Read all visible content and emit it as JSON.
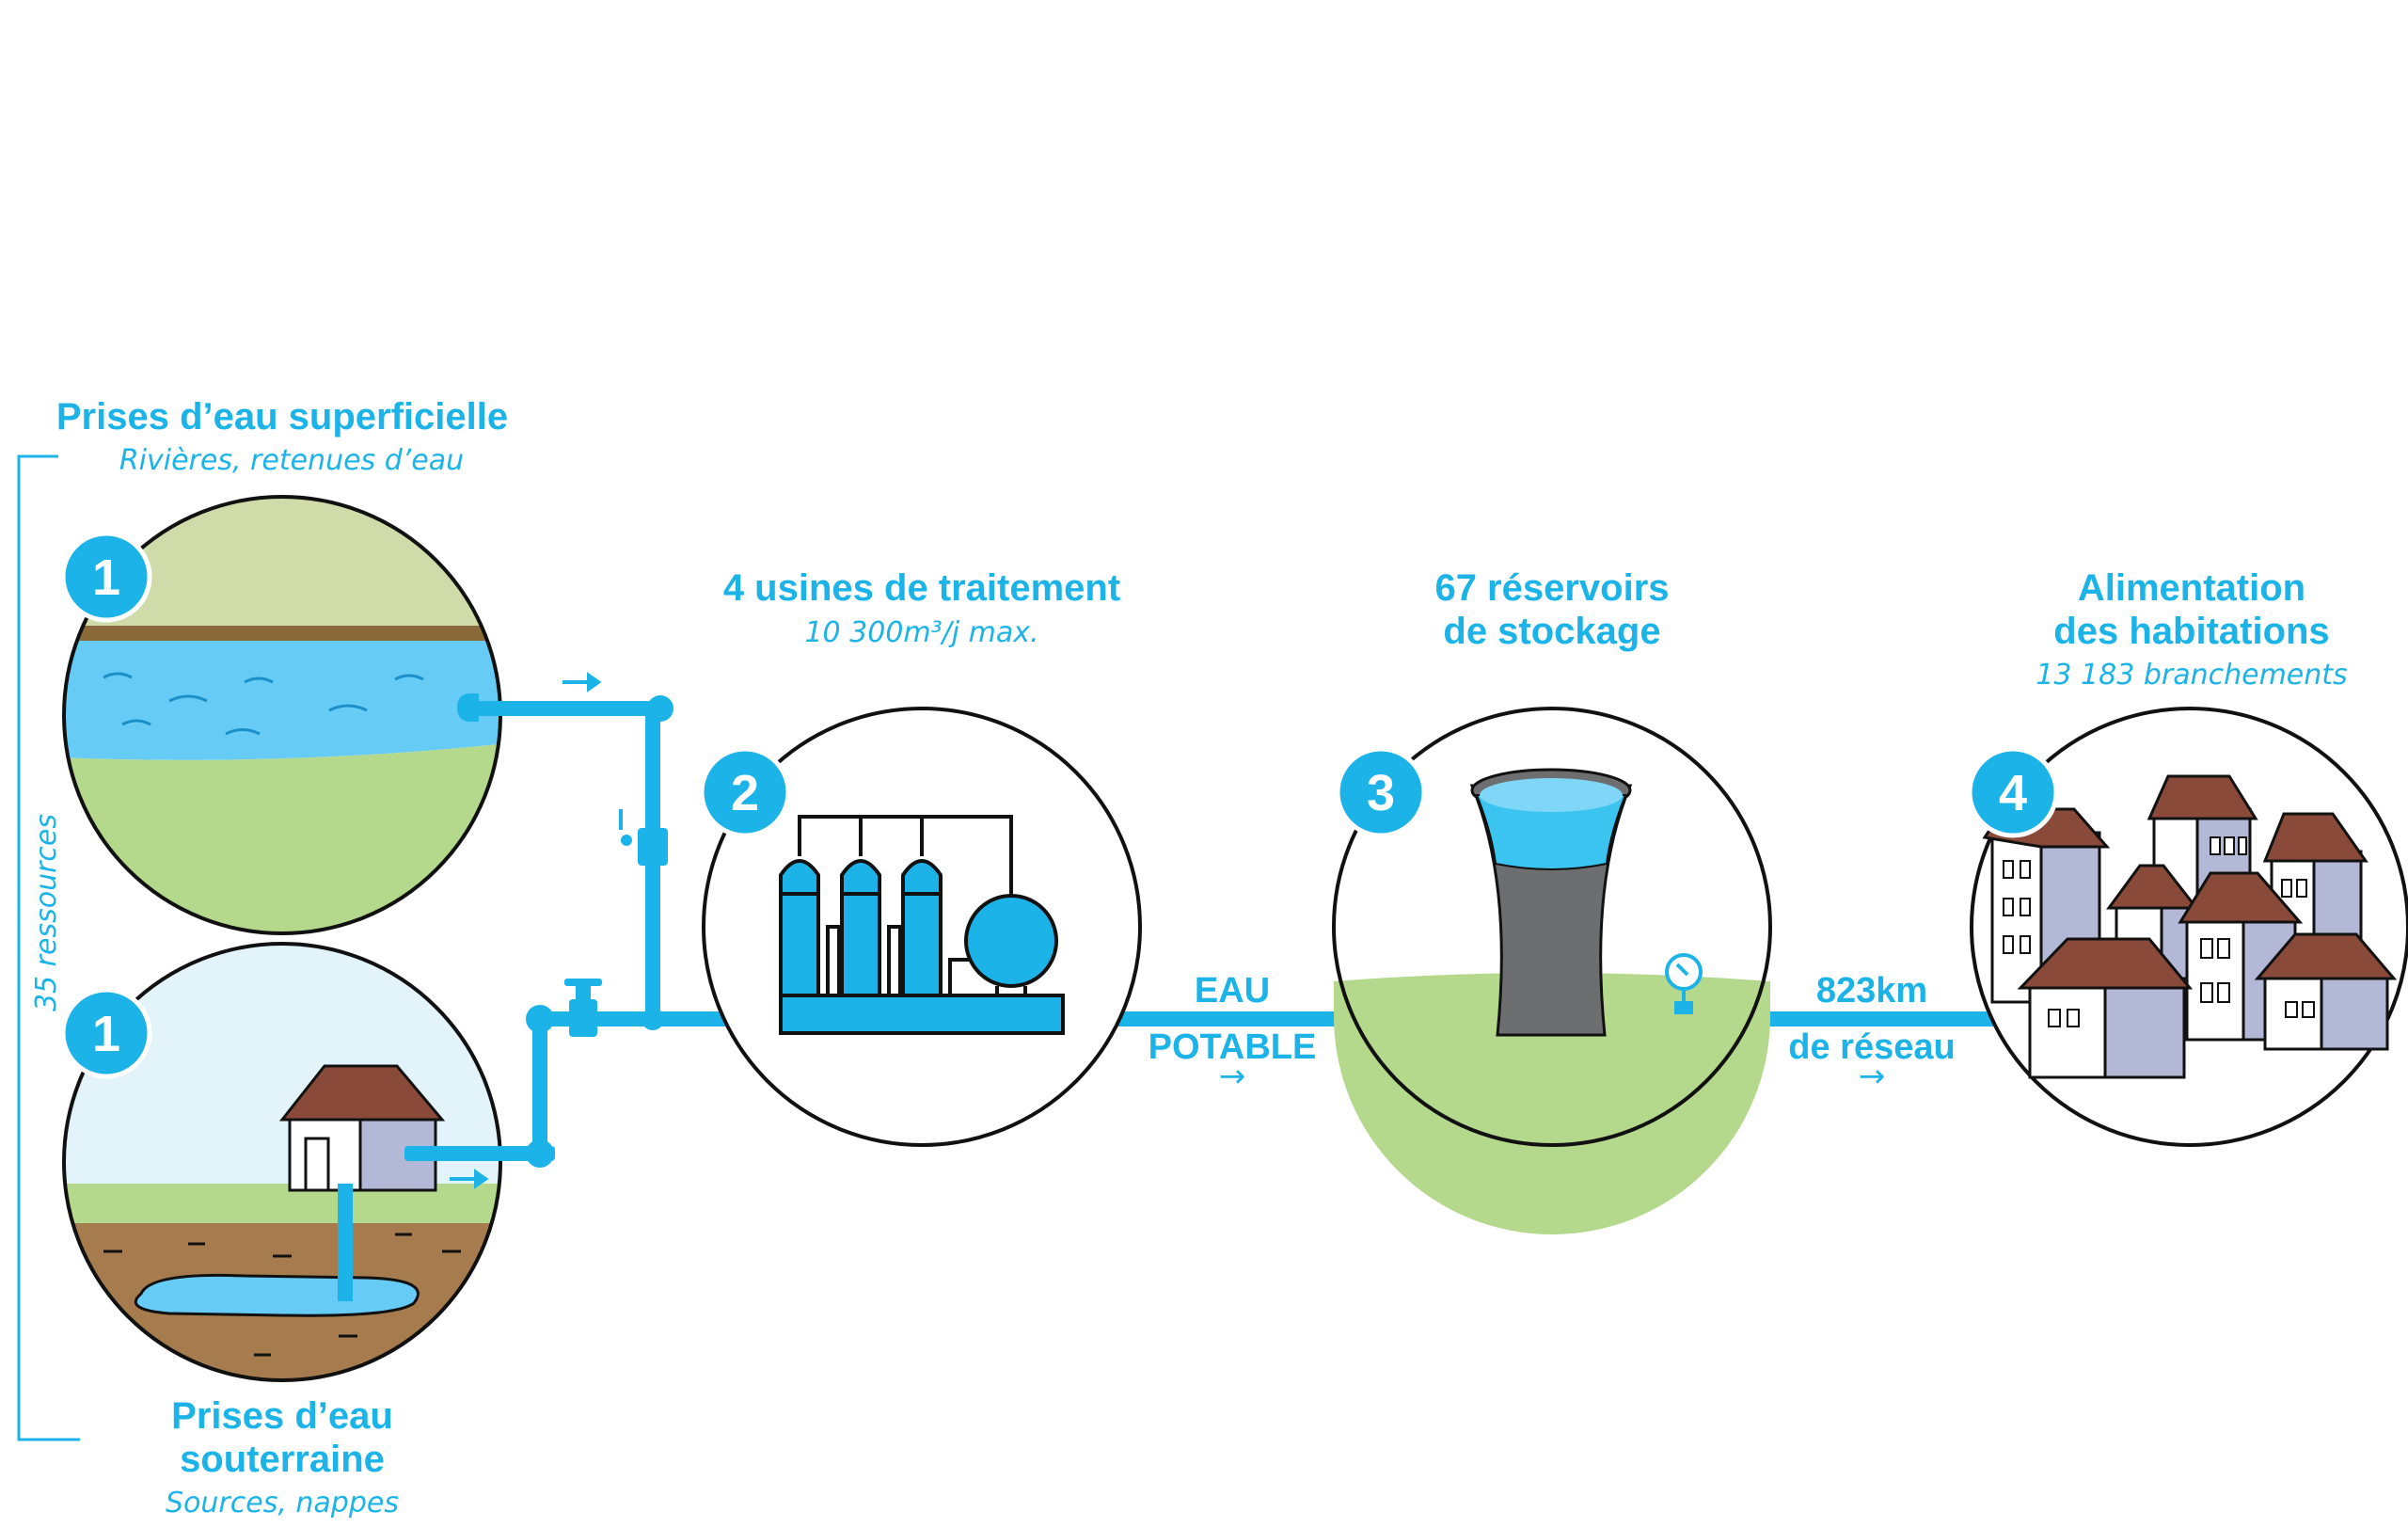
{
  "labels": {
    "surface_title": "Prises d’eau superficielle",
    "surface_sub": "Rivières, retenues d’eau",
    "ground_title_1": "Prises d’eau",
    "ground_title_2": "souterraine",
    "ground_sub": "Sources, nappes",
    "resources": "35 ressources",
    "plants_title": "4 usines de traitement",
    "plants_sub": "10 300m³/j max.",
    "reservoirs_title_1": "67 réservoirs",
    "reservoirs_title_2": "de stockage",
    "homes_title_1": "Alimentation",
    "homes_title_2": "des habitations",
    "homes_sub": "13 183 branchements",
    "water_1": "EAU",
    "water_2": "POTABLE",
    "network_1": "823km",
    "network_2": "de réseau",
    "arrow": "→"
  },
  "badges": {
    "surface": "1",
    "ground": "1",
    "plants": "2",
    "reservoirs": "3",
    "homes": "4"
  },
  "colors": {
    "accent": "#1cb4e8",
    "water": "#66ccf5",
    "grass": "#b4d88c",
    "sky_surface": "#cfdcaa",
    "sky_ground": "#e3f3fa",
    "earth": "#a67c4e",
    "bank": "#8b6a3a",
    "roof": "#8a4a3a",
    "wall": "#b3b8d6",
    "tower": "#6d6e70"
  }
}
